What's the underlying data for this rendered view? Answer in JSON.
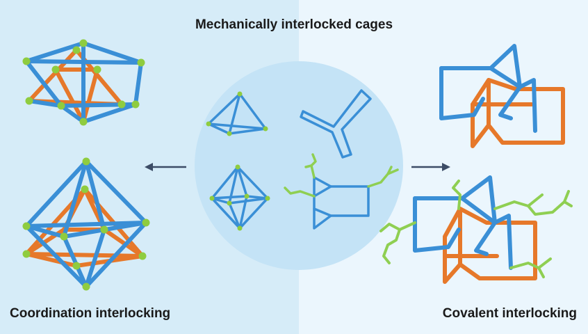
{
  "title": "Mechanically interlocked cages",
  "left_label": "Coordination interlocking",
  "right_label": "Covalent interlocking",
  "colors": {
    "blue": "#3a8fd6",
    "orange": "#e6782a",
    "node_green": "#8fcc3f",
    "chain_green": "#8fcf52",
    "arrow": "#3c4c66",
    "left_panel": "#d6ecf8",
    "right_panel": "#ebf6fd",
    "center_disc": "#c4e3f6"
  }
}
